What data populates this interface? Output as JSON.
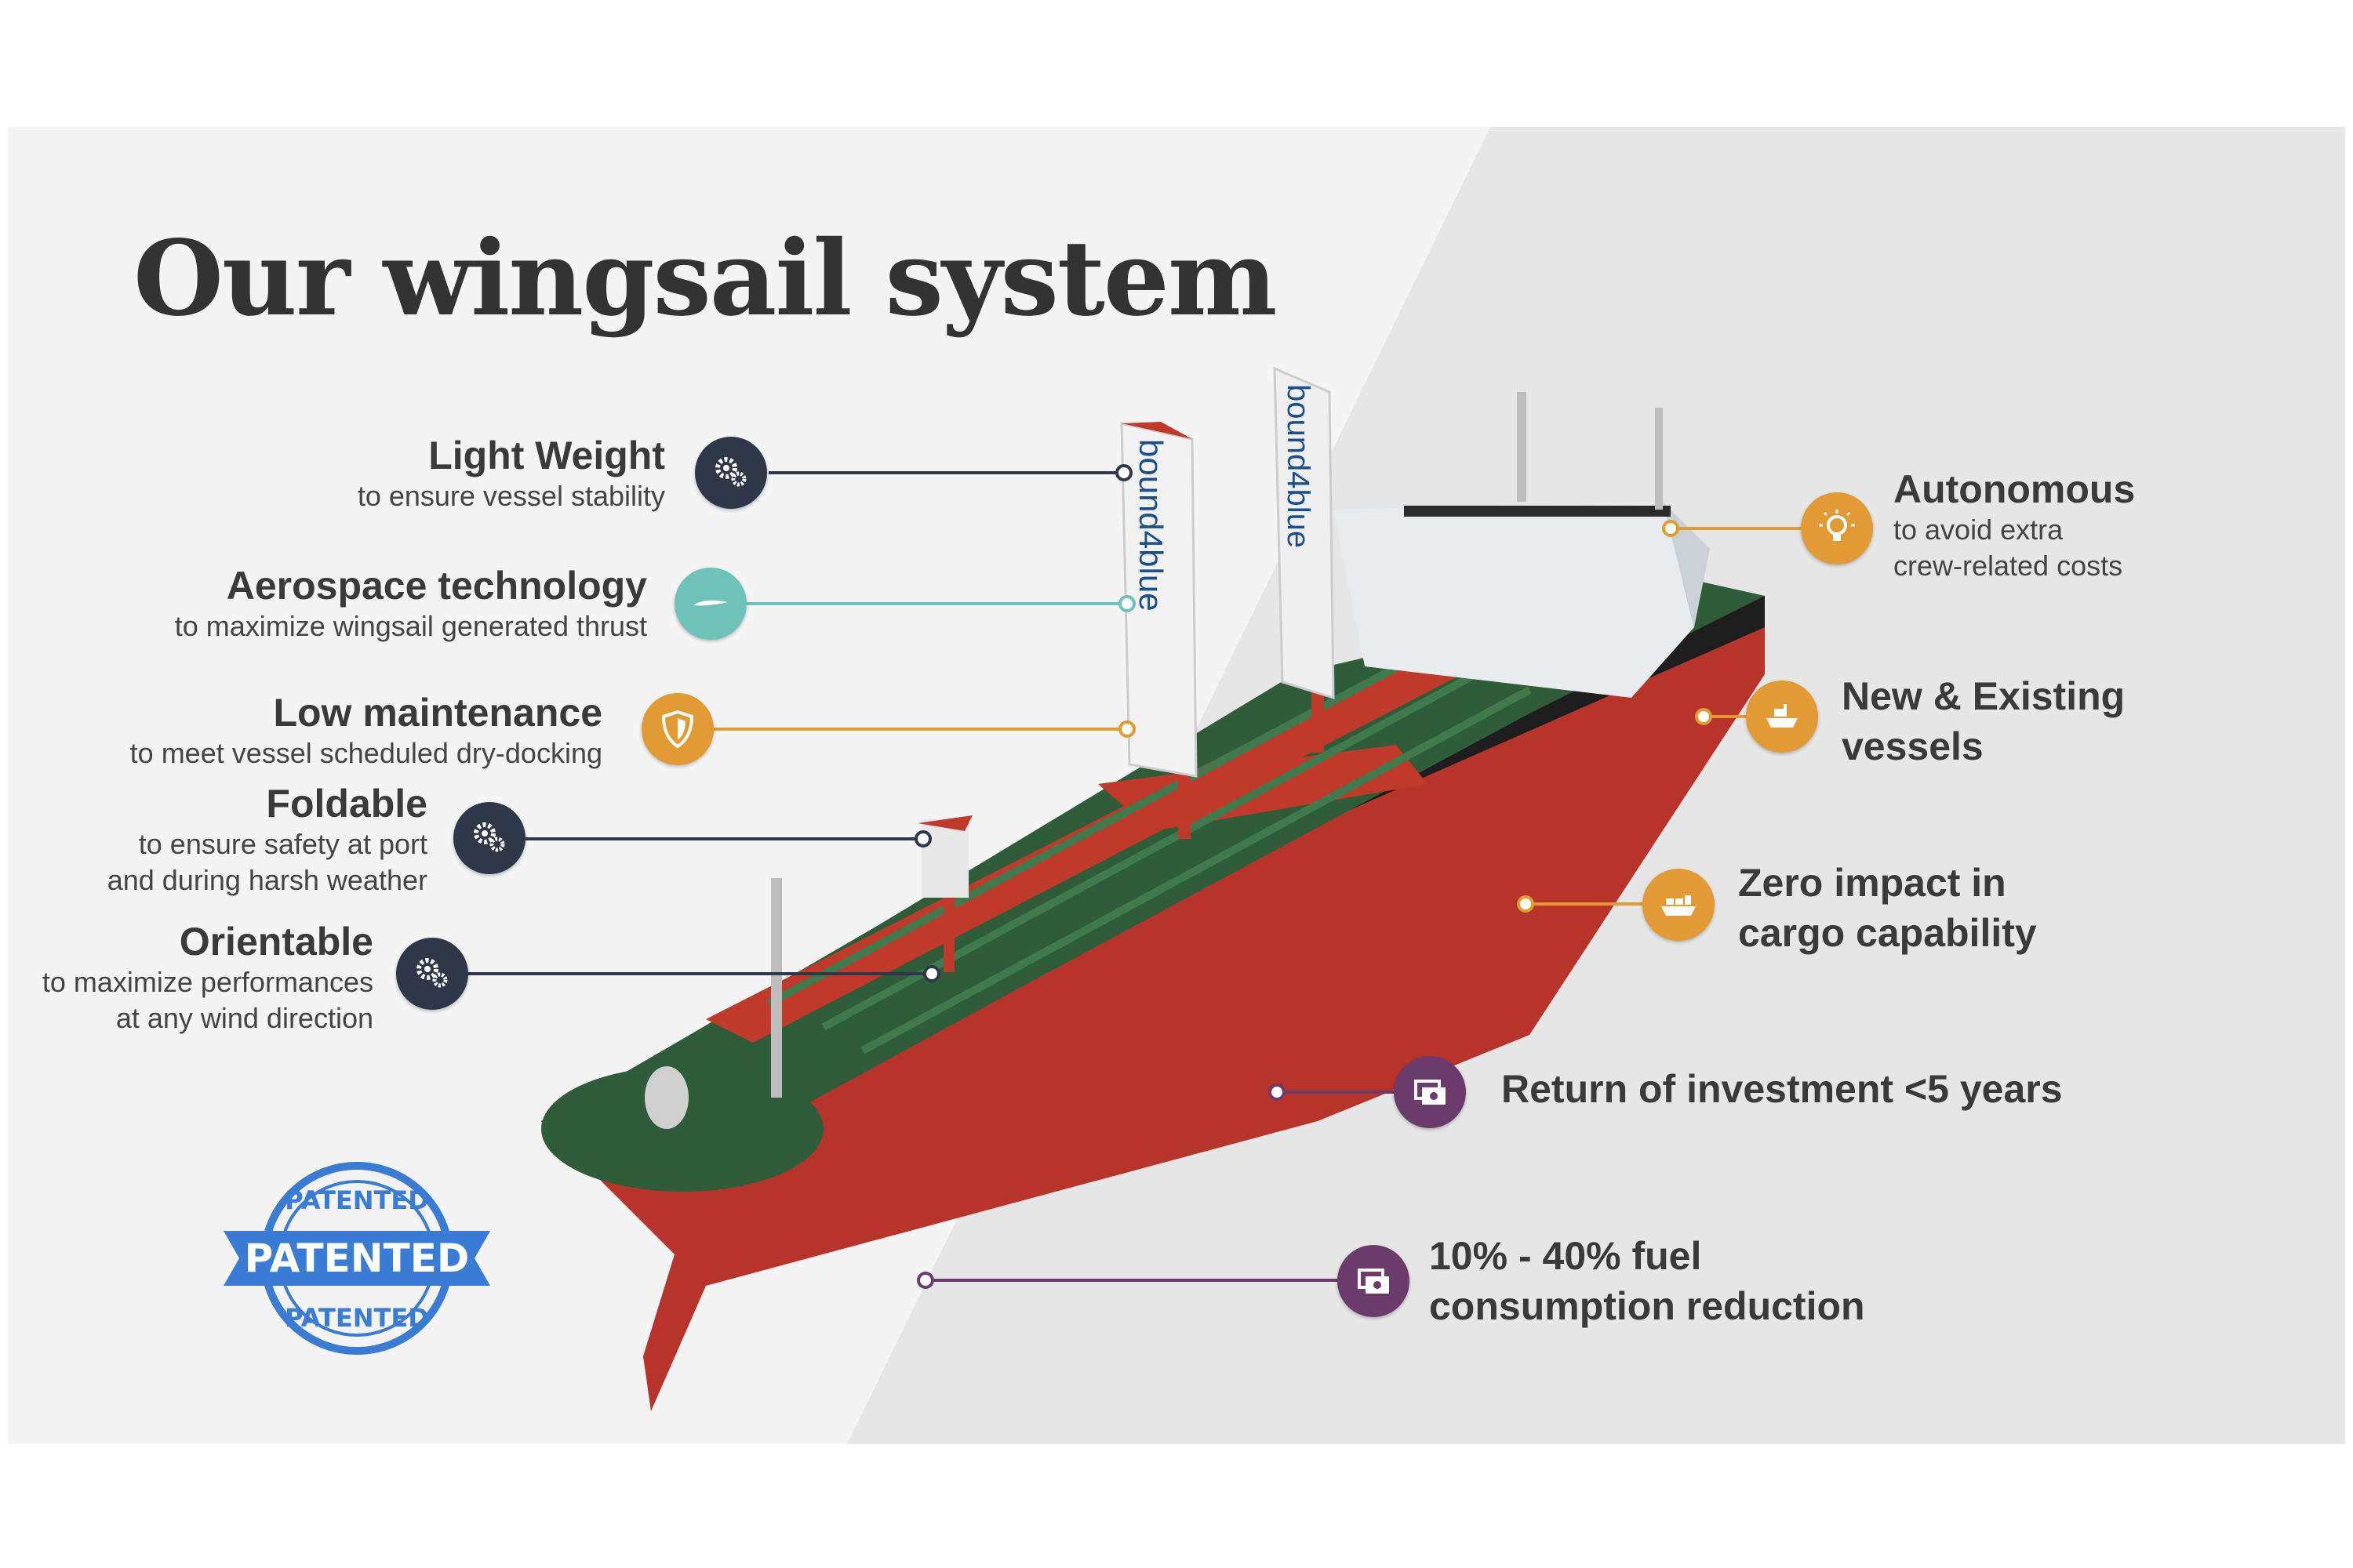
{
  "title": "Our wingsail system",
  "brand": {
    "sail_text": "bound4blue"
  },
  "stamp": {
    "text_main": "PATENTED",
    "text_top": "PATENTED",
    "text_bottom": "PATENTED",
    "color": "#3a7bd5"
  },
  "colors": {
    "dark": "#2e3848",
    "teal": "#6fc2b8",
    "orange": "#e29a34",
    "purple": "#6b3b6b",
    "hull": "#b8342a",
    "deck": "#2f5d3a"
  },
  "left_features": [
    {
      "title": "Light Weight",
      "subtitle_lines": [
        "to ensure vessel stability"
      ],
      "icon": "gears-icon"
    },
    {
      "title": "Aerospace technology",
      "subtitle_lines": [
        "to maximize wingsail generated thrust"
      ],
      "icon": "airfoil-icon"
    },
    {
      "title": "Low maintenance",
      "subtitle_lines": [
        "to meet vessel scheduled dry-docking"
      ],
      "icon": "shield-icon"
    },
    {
      "title": "Foldable",
      "subtitle_lines": [
        "to ensure safety at port",
        "and during harsh weather"
      ],
      "icon": "gears-icon"
    },
    {
      "title": "Orientable",
      "subtitle_lines": [
        "to maximize performances",
        "at any wind direction"
      ],
      "icon": "gears-icon"
    }
  ],
  "right_features": [
    {
      "title": "Autonomous",
      "subtitle_lines": [
        "to avoid extra",
        "crew-related costs"
      ],
      "icon": "lightbulb-icon"
    },
    {
      "title_lines": [
        "New & Existing",
        "vessels"
      ],
      "icon": "ship-icon"
    },
    {
      "title_lines": [
        "Zero impact in",
        "cargo capability"
      ],
      "icon": "cargo-ship-icon"
    },
    {
      "title_lines": [
        "Return of investment <5 years"
      ],
      "icon": "money-icon"
    },
    {
      "title_lines": [
        "10% - 40% fuel",
        "consumption reduction"
      ],
      "icon": "money-icon"
    }
  ]
}
